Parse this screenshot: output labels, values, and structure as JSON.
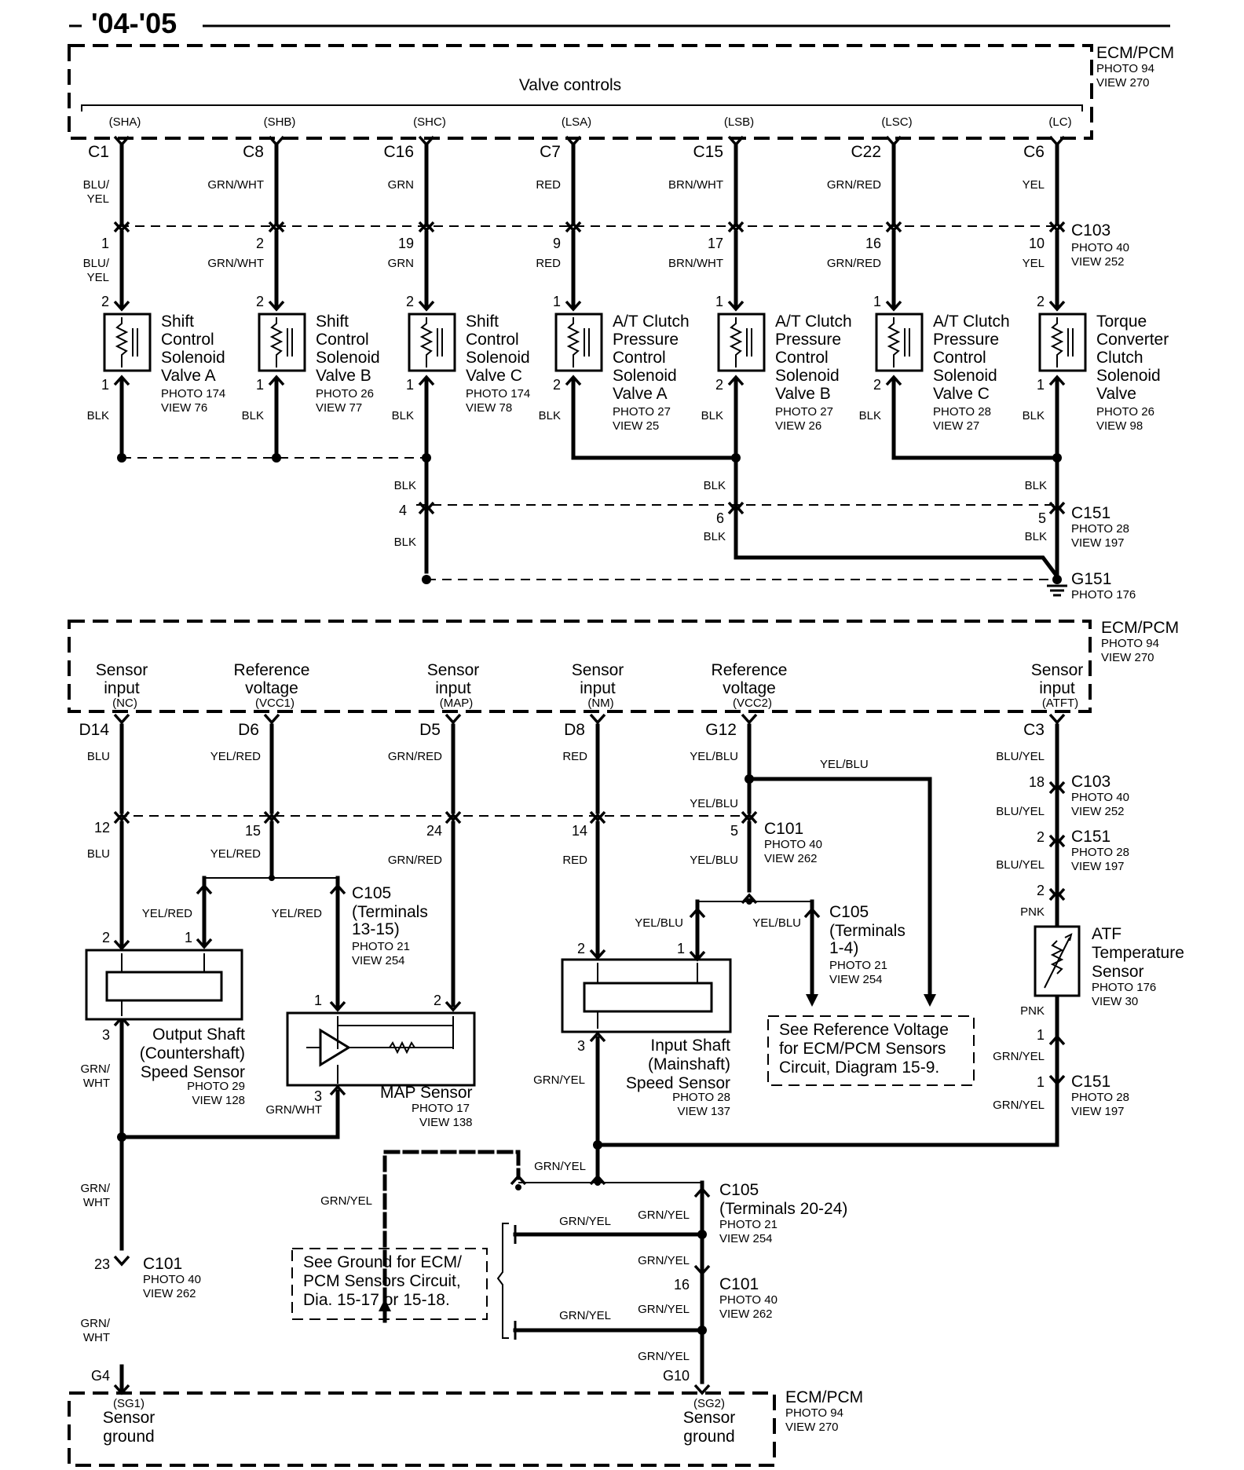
{
  "header": {
    "year_range": "'04-'05"
  },
  "colors": {
    "ink": "#000000",
    "paper": "#ffffff"
  },
  "ecm_top": {
    "name": "ECM/PCM",
    "photo": "PHOTO 94",
    "view": "VIEW 270",
    "group_label": "Valve controls",
    "signals": [
      "(SHA)",
      "(SHB)",
      "(SHC)",
      "(LSA)",
      "(LSB)",
      "(LSC)",
      "(LC)"
    ],
    "pins": [
      "C1",
      "C8",
      "C16",
      "C7",
      "C15",
      "C22",
      "C6"
    ]
  },
  "c103_top": {
    "name": "C103",
    "photo": "PHOTO 40",
    "view": "VIEW 252",
    "pins": [
      "1",
      "2",
      "19",
      "9",
      "17",
      "16",
      "10"
    ]
  },
  "valve_wires": [
    {
      "upper": "BLU/\nYEL",
      "lower": "BLU/\nYEL"
    },
    {
      "upper": "GRN/WHT",
      "lower": "GRN/WHT"
    },
    {
      "upper": "GRN",
      "lower": "GRN"
    },
    {
      "upper": "RED",
      "lower": "RED"
    },
    {
      "upper": "BRN/WHT",
      "lower": "BRN/WHT"
    },
    {
      "upper": "GRN/RED",
      "lower": "GRN/RED"
    },
    {
      "upper": "YEL",
      "lower": "YEL"
    }
  ],
  "solenoids": [
    {
      "name": "Shift\nControl\nSolenoid\nValve A",
      "photo": "PHOTO 174",
      "view": "VIEW 76",
      "top_pin": "2",
      "bottom_pin": "1",
      "ground_wire": "BLK"
    },
    {
      "name": "Shift\nControl\nSolenoid\nValve B",
      "photo": "PHOTO 26",
      "view": "VIEW 77",
      "top_pin": "2",
      "bottom_pin": "1",
      "ground_wire": "BLK"
    },
    {
      "name": "Shift\nControl\nSolenoid\nValve C",
      "photo": "PHOTO 174",
      "view": "VIEW 78",
      "top_pin": "2",
      "bottom_pin": "1",
      "ground_wire": "BLK"
    },
    {
      "name": "A/T Clutch\nPressure\nControl\nSolenoid\nValve A",
      "photo": "PHOTO 27",
      "view": "VIEW 25",
      "top_pin": "1",
      "bottom_pin": "2",
      "ground_wire": "BLK"
    },
    {
      "name": "A/T Clutch\nPressure\nControl\nSolenoid\nValve B",
      "photo": "PHOTO 27",
      "view": "VIEW 26",
      "top_pin": "1",
      "bottom_pin": "2",
      "ground_wire": "BLK"
    },
    {
      "name": "A/T Clutch\nPressure\nControl\nSolenoid\nValve C",
      "photo": "PHOTO 28",
      "view": "VIEW 27",
      "top_pin": "1",
      "bottom_pin": "2",
      "ground_wire": "BLK"
    },
    {
      "name": "Torque\nConverter\nClutch\nSolenoid\nValve",
      "photo": "PHOTO 26",
      "view": "VIEW 98",
      "top_pin": "2",
      "bottom_pin": "1",
      "ground_wire": "BLK"
    }
  ],
  "c151_top": {
    "name": "C151",
    "photo": "PHOTO 28",
    "view": "VIEW 197",
    "pins": [
      "4",
      "6",
      "5"
    ],
    "wire_above": "BLK",
    "wire_below": "BLK"
  },
  "g151": {
    "name": "G151",
    "photo": "PHOTO 176"
  },
  "ecm_mid": {
    "name": "ECM/PCM",
    "photo": "PHOTO 94",
    "view": "VIEW 270",
    "terminals": [
      {
        "label": "Sensor\ninput",
        "signal": "(NC)",
        "pin": "D14"
      },
      {
        "label": "Reference\nvoltage",
        "signal": "(VCC1)",
        "pin": "D6"
      },
      {
        "label": "Sensor\ninput",
        "signal": "(MAP)",
        "pin": "D5"
      },
      {
        "label": "Sensor\ninput",
        "signal": "(NM)",
        "pin": "D8"
      },
      {
        "label": "Reference\nvoltage",
        "signal": "(VCC2)",
        "pin": "G12"
      },
      {
        "label": "Sensor\ninput",
        "signal": "(ATFT)",
        "pin": "C3"
      }
    ]
  },
  "sensor_wires": {
    "nc": "BLU",
    "vcc1": "YEL/RED",
    "map": "GRN/RED",
    "nm": "RED",
    "vcc2": "YEL/BLU",
    "atft": "BLU/YEL",
    "atf_sensor": "PNK",
    "ground_a": "GRN/\nWHT",
    "ground_map": "GRN/WHT",
    "ground_b": "GRN/YEL"
  },
  "c101_mid": {
    "name": "C101",
    "photo": "PHOTO 40",
    "view": "VIEW 262",
    "pins": [
      "12",
      "15",
      "24",
      "14",
      "5"
    ]
  },
  "c103_mid": {
    "name": "C103",
    "photo": "PHOTO 40",
    "view": "VIEW 252",
    "pin": "18"
  },
  "c151_mid": {
    "name": "C151",
    "photo": "PHOTO 28",
    "view": "VIEW 197",
    "pin": "2"
  },
  "c105_a": {
    "name": "C105",
    "detail": "(Terminals\n13-15)",
    "photo": "PHOTO 21",
    "view": "VIEW 254"
  },
  "c105_b": {
    "name": "C105",
    "detail": "(Terminals\n1-4)",
    "photo": "PHOTO 21",
    "view": "VIEW 254"
  },
  "c105_c": {
    "name": "C105",
    "detail": "(Terminals 20-24)",
    "photo": "PHOTO 21",
    "view": "VIEW 254"
  },
  "output_shaft_sensor": {
    "name": "Output Shaft\n(Countershaft)\nSpeed Sensor",
    "photo": "PHOTO 29",
    "view": "VIEW 128",
    "pins": [
      "2",
      "1",
      "3"
    ]
  },
  "map_sensor": {
    "name": "MAP Sensor",
    "photo": "PHOTO 17",
    "view": "VIEW 138",
    "pins": [
      "1",
      "2",
      "3"
    ]
  },
  "input_shaft_sensor": {
    "name": "Input Shaft\n(Mainshaft)\nSpeed Sensor",
    "photo": "PHOTO 28",
    "view": "VIEW 137",
    "pins": [
      "2",
      "1",
      "3"
    ]
  },
  "atf_sensor": {
    "name": "ATF\nTemperature\nSensor",
    "photo": "PHOTO 176",
    "view": "VIEW 30",
    "pins": [
      "2",
      "1"
    ]
  },
  "c151_low": {
    "name": "C151",
    "photo": "PHOTO 28",
    "view": "VIEW 197",
    "pin": "1"
  },
  "ref_voltage_note": "See Reference Voltage\nfor ECM/PCM Sensors\nCircuit, Diagram 15-9.",
  "ground_note": "See Ground for ECM/\nPCM Sensors Circuit,\nDia. 15-17 or 15-18.",
  "c101_low_a": {
    "name": "C101",
    "photo": "PHOTO 40",
    "view": "VIEW 262",
    "pin": "23"
  },
  "c101_low_b": {
    "name": "C101",
    "photo": "PHOTO 40",
    "view": "VIEW 262",
    "pin": "16"
  },
  "ecm_bottom": {
    "name": "ECM/PCM",
    "photo": "PHOTO 94",
    "view": "VIEW 270",
    "terminals": [
      {
        "pin": "G4",
        "signal": "(SG1)",
        "label": "Sensor\nground"
      },
      {
        "pin": "G10",
        "signal": "(SG2)",
        "label": "Sensor\nground"
      }
    ]
  }
}
